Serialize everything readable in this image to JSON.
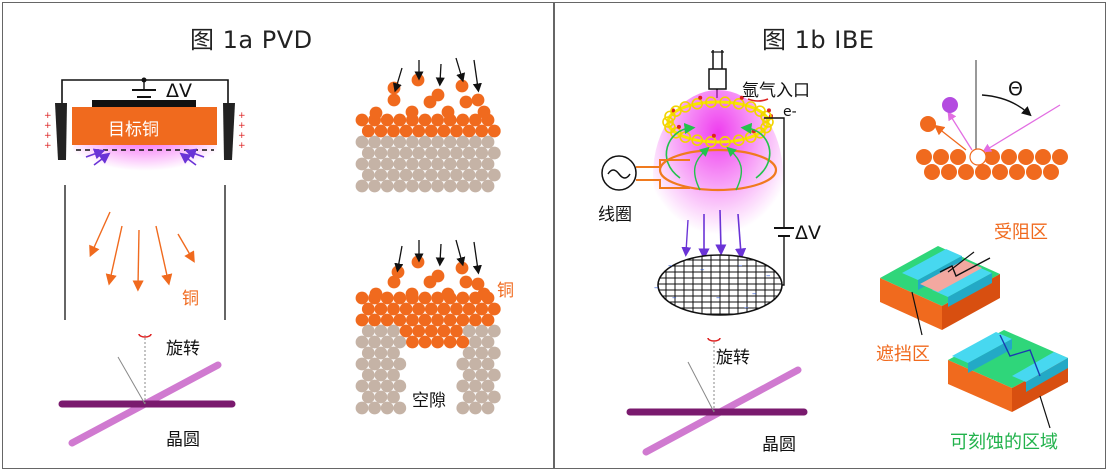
{
  "panel_a": {
    "title": "图 1a PVD",
    "target_label": "目标铜",
    "delta_v": "ΔV",
    "copper_label": "铜",
    "copper_label_right": "铜",
    "rotate_label": "旋转",
    "wafer_label": "晶圆",
    "void_label": "空隙"
  },
  "panel_b": {
    "title": "图 1b IBE",
    "argon_inlet": "氩气入口",
    "electron": "e-",
    "coil_label": "线圈",
    "delta_v": "ΔV",
    "rotate_label": "旋转",
    "wafer_label": "晶圆",
    "theta": "Θ",
    "blocked_region": "受阻区",
    "shadow_region": "遮挡区",
    "etchable_region": "可刻蚀的区域"
  },
  "colors": {
    "copper": "#f06a1e",
    "substrate": "#c5b3a6",
    "magenta": "#e040e0",
    "wafer": "#7a1a6e",
    "green": "#22b24c"
  }
}
